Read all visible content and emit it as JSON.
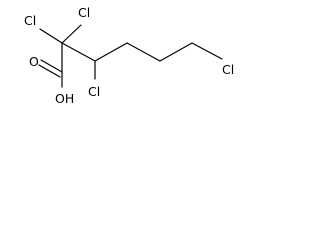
{
  "molecule": {
    "atoms": {
      "cl_top_left": "Cl",
      "cl_top_right": "Cl",
      "cl_middle": "Cl",
      "cl_terminal": "Cl",
      "oh_group": "OH",
      "o_carbonyl": "O"
    },
    "colors": {
      "bond": "#000000",
      "label": "#000000",
      "background": "#ffffff"
    }
  }
}
